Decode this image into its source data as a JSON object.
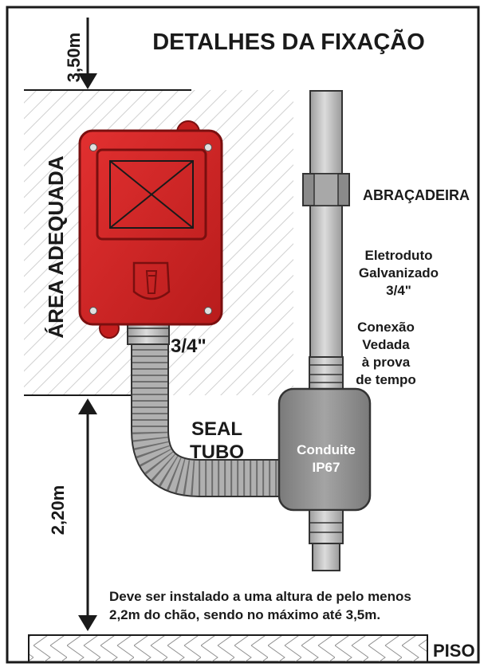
{
  "title": "DETALHES DA FIXAÇÃO",
  "dimensions": {
    "top": "3,50m",
    "bottom": "2,20m"
  },
  "area_label": "ÁREA ADEQUADA",
  "fitting_size": "3/4\"",
  "clamp_label": "ABRAÇADEIRA",
  "conduit": {
    "line1": "Eletroduto",
    "line2": "Galvanizado",
    "line3": "3/4\""
  },
  "connection": {
    "line1": "Conexão",
    "line2": "Vedada",
    "line3": "à prova",
    "line4": "de tempo"
  },
  "seal_tube": {
    "line1": "SEAL",
    "line2": "TUBO"
  },
  "box": {
    "line1": "Conduite",
    "line2": "IP67"
  },
  "note": {
    "line1": "Deve ser instalado a uma altura de pelo menos",
    "line2": "2,2m do chão, sendo no máximo até 3,5m."
  },
  "floor_label": "PISO",
  "colors": {
    "device_red": "#d42525",
    "device_dark": "#8e1212",
    "pipe_gray": "#bcbcbc",
    "box_gray": "#8c8c8c",
    "border": "#1a1a1a"
  }
}
